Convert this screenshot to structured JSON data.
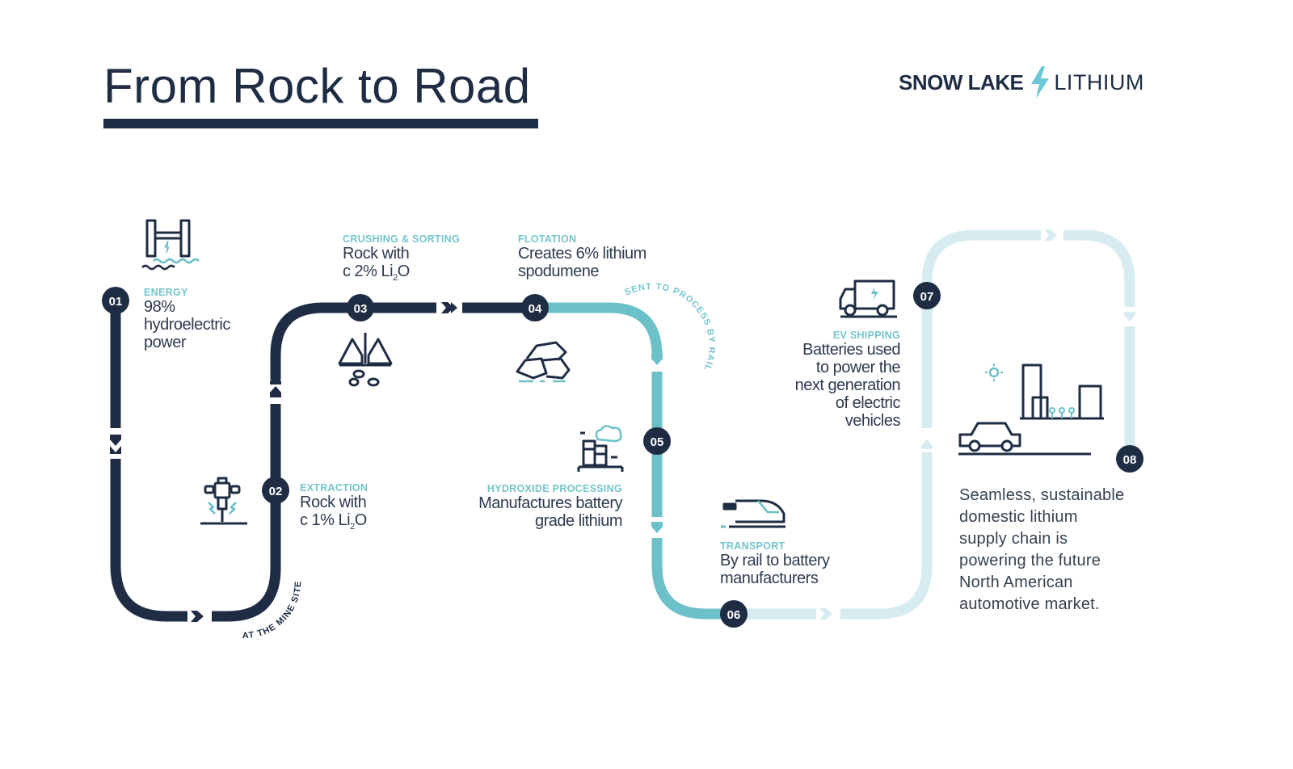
{
  "header": {
    "title": "From Rock to Road",
    "logo": {
      "brand_bold": "SNOW LAKE",
      "brand_light": "LITHIUM",
      "bolt_icon": "lightning-bolt-icon"
    }
  },
  "colors": {
    "navy": "#1e2d44",
    "teal": "#6cc0c8",
    "light_teal": "#d7ecf0",
    "label_teal": "#74c4cc"
  },
  "path_labels": {
    "mine_site": "AT THE MINE SITE",
    "process_by_rail": "SENT TO PROCESS BY RAIL"
  },
  "steps": [
    {
      "number": "01",
      "label": "ENERGY",
      "desc_lines": [
        "98%",
        "hydroelectric",
        "power"
      ],
      "icon": "hydro-dam-icon"
    },
    {
      "number": "02",
      "label": "EXTRACTION",
      "desc_line1": "Rock with",
      "desc_line2_pre": "c 1%  Li",
      "desc_sub": "2",
      "desc_line2_post": "O",
      "icon": "jackhammer-icon"
    },
    {
      "number": "03",
      "label": "CRUSHING & SORTING",
      "desc_line1": "Rock with",
      "desc_line2_pre": "c 2% Li",
      "desc_sub": "2",
      "desc_line2_post": "O",
      "icon": "crusher-icon"
    },
    {
      "number": "04",
      "label": "FLOTATION",
      "desc_lines": [
        "Creates 6% lithium",
        "spodumene"
      ],
      "icon": "rocks-icon"
    },
    {
      "number": "05",
      "label": "HYDROXIDE PROCESSING",
      "desc_lines": [
        "Manufactures battery",
        "grade lithium"
      ],
      "icon": "factory-icon"
    },
    {
      "number": "06",
      "label": "TRANSPORT",
      "desc_lines": [
        "By rail to battery",
        "manufacturers"
      ],
      "icon": "train-icon"
    },
    {
      "number": "07",
      "label": "EV SHIPPING",
      "desc_lines": [
        "Batteries used",
        "to power the",
        "next generation",
        "of electric",
        "vehicles"
      ],
      "icon": "ev-truck-icon"
    },
    {
      "number": "08",
      "label": "",
      "desc_lines": [
        "Seamless, sustainable",
        "domestic lithium",
        "supply chain is",
        "powering the future",
        "North American",
        "automotive market."
      ],
      "icon": "city-ev-icon"
    }
  ]
}
